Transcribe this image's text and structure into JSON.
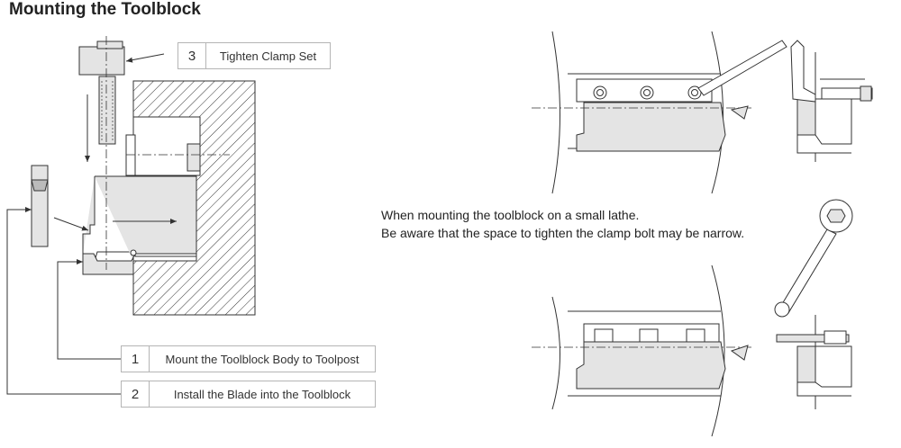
{
  "title": "Mounting the Toolblock",
  "steps": [
    {
      "num": "1",
      "label": "Mount the Toolblock Body to Toolpost"
    },
    {
      "num": "2",
      "label": "Install the Blade into the Toolblock"
    },
    {
      "num": "3",
      "label": "Tighten Clamp Set"
    }
  ],
  "note": {
    "line1": "When mounting the toolblock on a small lathe.",
    "line2": "Be aware that the space to tighten the clamp bolt may be narrow."
  },
  "colors": {
    "line": "#333333",
    "part_fill": "#e4e4e4",
    "box_border": "#b5b5b5"
  }
}
